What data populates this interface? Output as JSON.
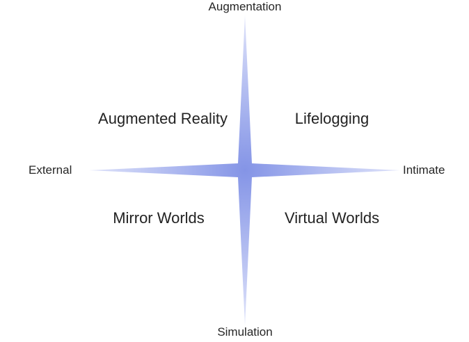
{
  "axes": {
    "top": "Augmentation",
    "bottom": "Simulation",
    "left": "External",
    "right": "Intimate"
  },
  "quadrants": {
    "top_left": "Augmented Reality",
    "top_right": "Lifelogging",
    "bottom_left": "Mirror Worlds",
    "bottom_right": "Virtual Worlds"
  },
  "colors": {
    "star_center": "#8b9be6",
    "star_edge": "#dfe4fb"
  }
}
